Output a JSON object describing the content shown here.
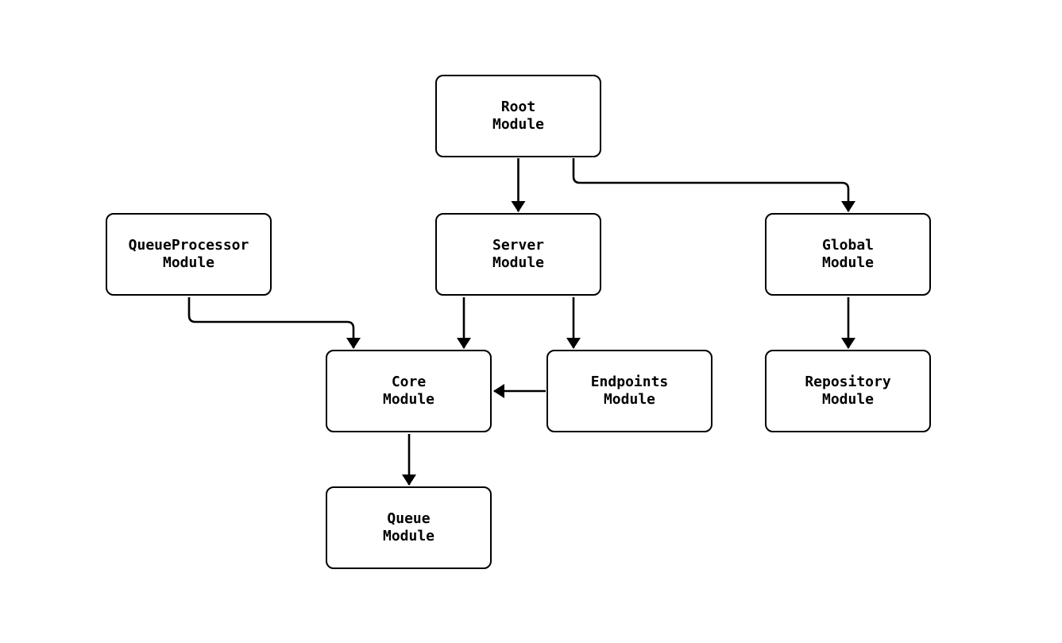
{
  "diagram": {
    "type": "module-dependency-flowchart",
    "background_color": "#ffffff",
    "node_fill_color": "#ffffff",
    "node_border_color": "#000000",
    "edge_color": "#000000",
    "text_color": "#000000",
    "nodes": [
      {
        "id": "root",
        "label": "Root\nModule"
      },
      {
        "id": "queueprocessor",
        "label": "QueueProcessor\nModule"
      },
      {
        "id": "server",
        "label": "Server\nModule"
      },
      {
        "id": "global",
        "label": "Global\nModule"
      },
      {
        "id": "core",
        "label": "Core\nModule"
      },
      {
        "id": "endpoints",
        "label": "Endpoints\nModule"
      },
      {
        "id": "repository",
        "label": "Repository\nModule"
      },
      {
        "id": "queue",
        "label": "Queue\nModule"
      }
    ],
    "edges": [
      {
        "from": "root",
        "to": "server"
      },
      {
        "from": "root",
        "to": "global"
      },
      {
        "from": "server",
        "to": "core"
      },
      {
        "from": "server",
        "to": "endpoints"
      },
      {
        "from": "queueprocessor",
        "to": "core"
      },
      {
        "from": "endpoints",
        "to": "core"
      },
      {
        "from": "global",
        "to": "repository"
      },
      {
        "from": "core",
        "to": "queue"
      }
    ]
  }
}
